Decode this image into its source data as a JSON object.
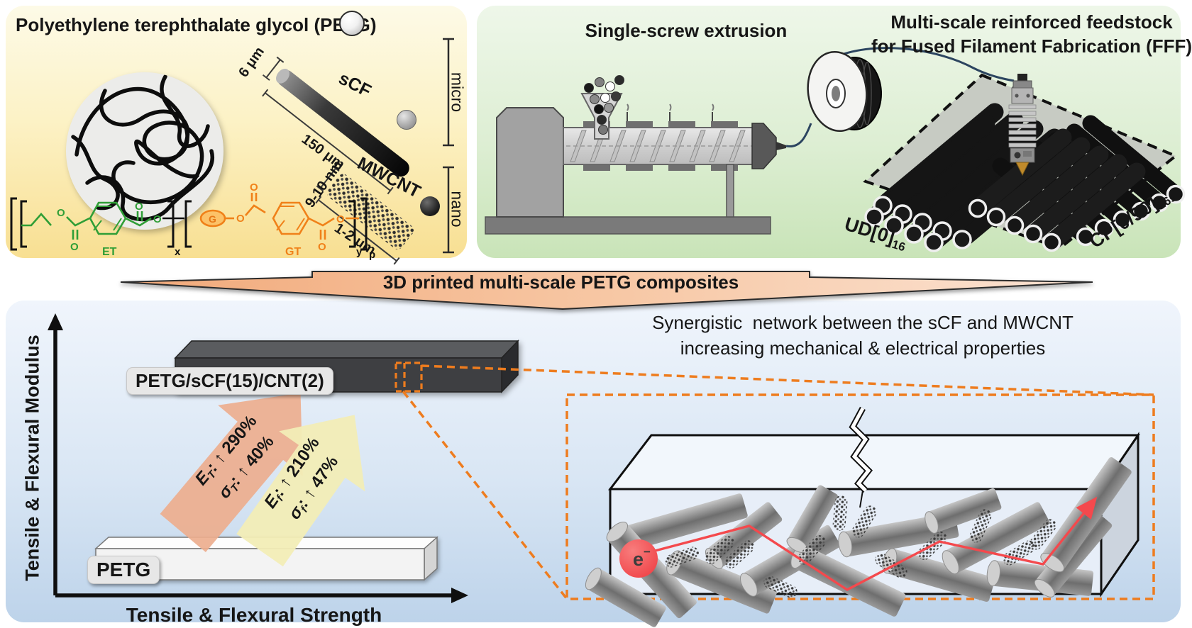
{
  "materials": {
    "title": "Polyethylene terephthalate glycol (PETG)",
    "scf": {
      "label": "sCF",
      "diameter": "6 μm",
      "length": "150 μm"
    },
    "mwcnt": {
      "label": "MWCNT",
      "diameter": "9-10 nm",
      "length": "1-2 μm"
    },
    "chem": {
      "et": "ET",
      "gt": "GT",
      "g": "G",
      "o": "O",
      "sub_x": "x",
      "sub_y": "y",
      "sub_p": "p"
    },
    "scales": {
      "micro": "micro",
      "nano": "nano"
    }
  },
  "process": {
    "extrusion_title": "Single-screw extrusion",
    "feedstock_title_line1": "Multi-scale reinforced feedstock",
    "feedstock_title_line2": "for Fused Filament Fabrication (FFF)",
    "ud_label": "UD[0]",
    "ud_sub": "16",
    "cp_label": "CP[0/90]",
    "cp_sub": "16s"
  },
  "banner": {
    "label": "3D printed multi-scale PETG composites"
  },
  "results": {
    "y_axis_label": "Tensile & Flexural Modulus",
    "x_axis_label": "Tensile & Flexural Strength",
    "composite_bar_label": "PETG/sCF(15)/CNT(2)",
    "petg_bar_label": "PETG",
    "tensile_gain": {
      "modulus_symbol": "E",
      "modulus_sub": "T",
      "modulus_value": ": ↑ 290%",
      "strength_symbol": "σ",
      "strength_sub": "T",
      "strength_value": ": ↑ 40%"
    },
    "flexural_gain": {
      "modulus_symbol": "E",
      "modulus_sub": "f",
      "modulus_value": ": ↑ 210%",
      "strength_symbol": "σ",
      "strength_sub": "f",
      "strength_value": ": ↑ 47%"
    },
    "synergy_title_line1": "Synergistic  network between the sCF and MWCNT",
    "synergy_title_line2": "increasing mechanical & electrical properties",
    "electron_label": "e",
    "electron_sup": "−"
  },
  "colors": {
    "accent_orange": "#ee7c1e",
    "electron_red": "#f4494d",
    "et_green": "#2f9e36",
    "gt_orange": "#f08119"
  }
}
